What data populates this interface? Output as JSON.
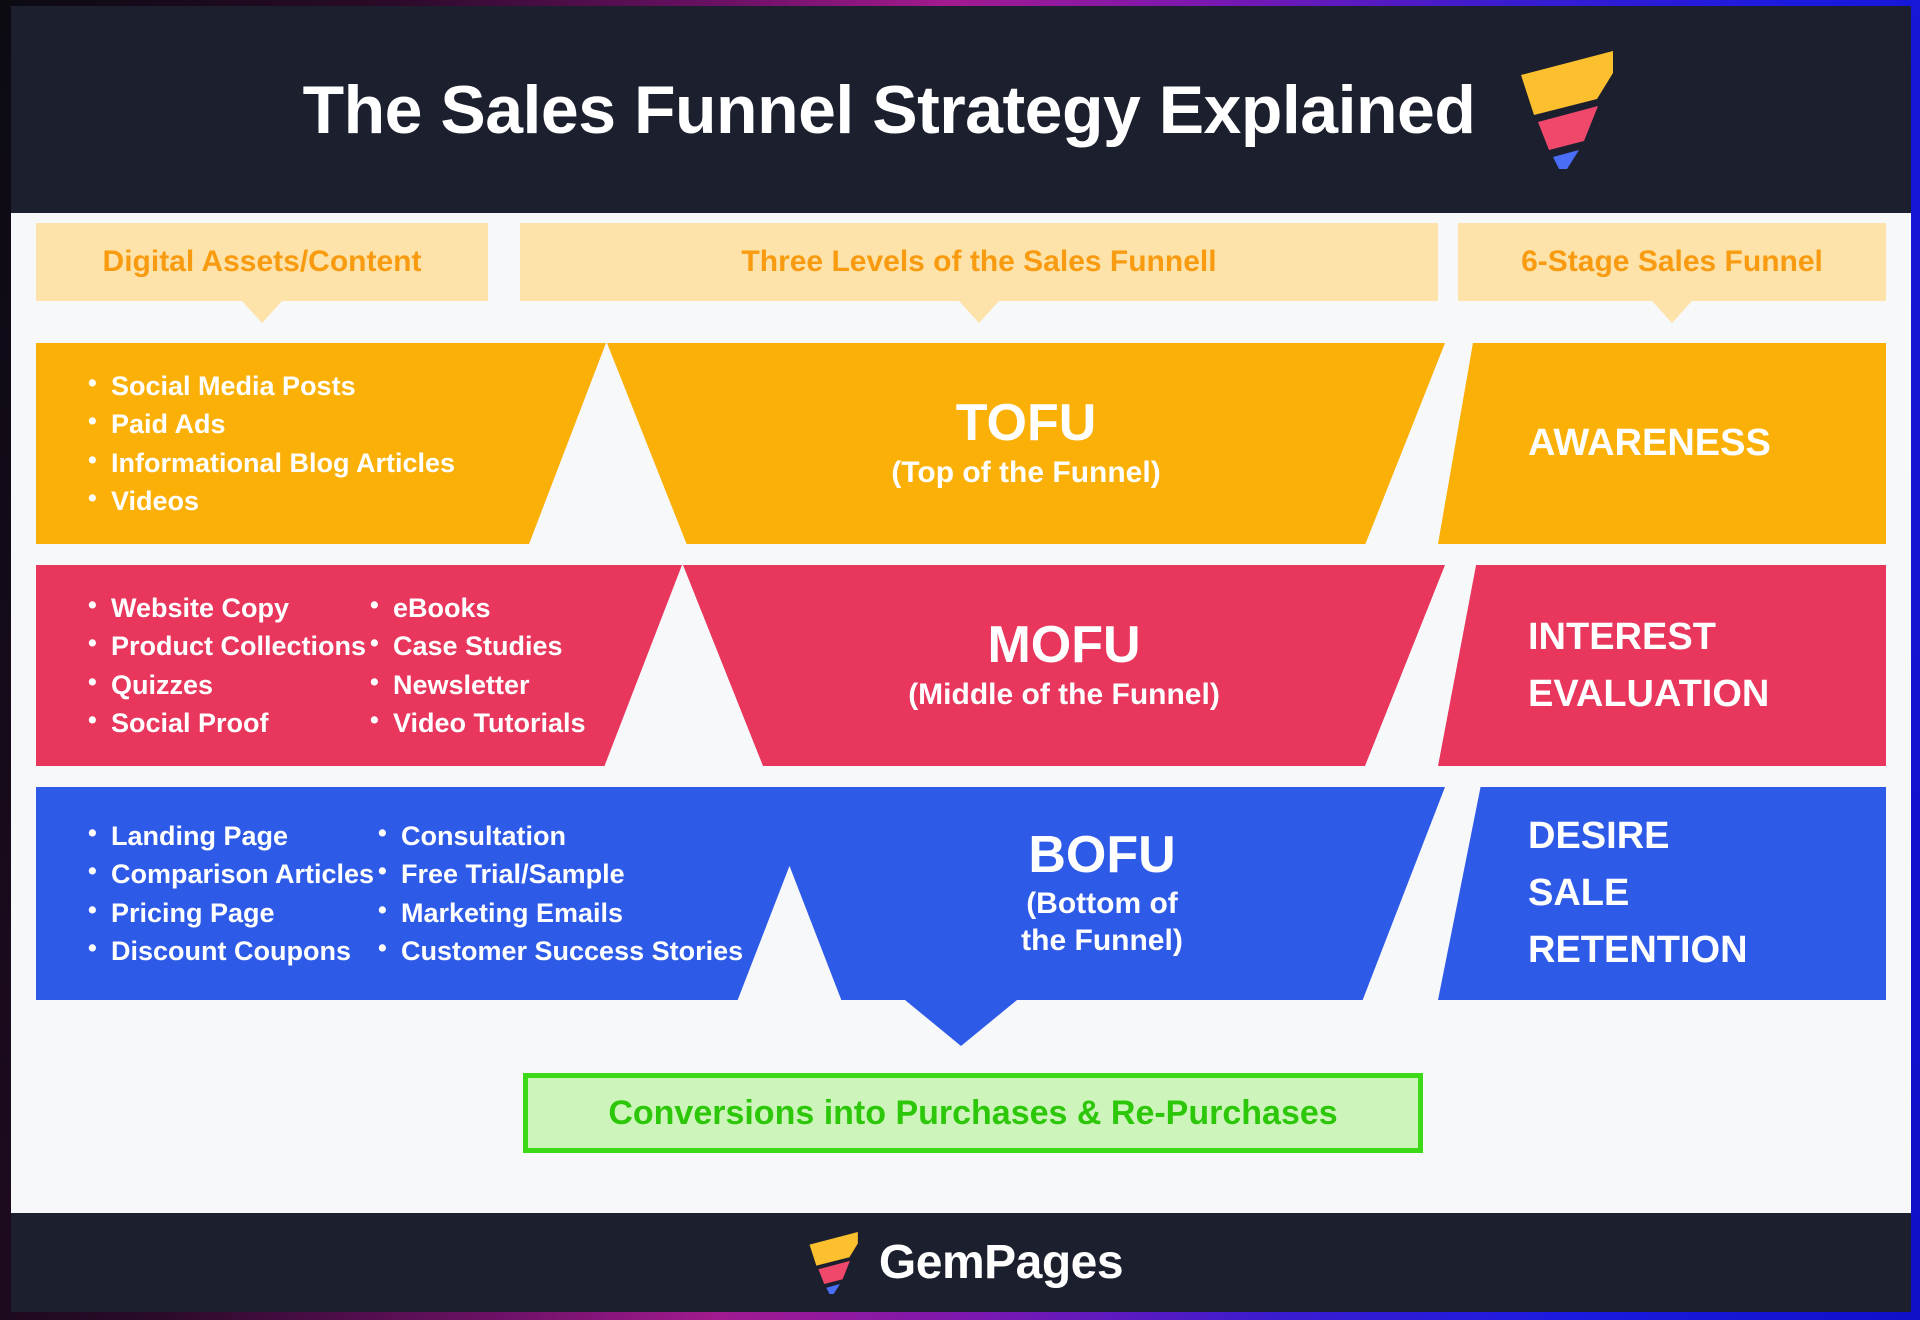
{
  "frame": {
    "border_gradient": [
      "#0b0b12",
      "#a21a8f",
      "#3a1ccf",
      "#1010c8"
    ]
  },
  "header": {
    "title": "The Sales Funnel Strategy Explained",
    "background": "#1b1f2e",
    "title_color": "#ffffff",
    "logo_icon": "funnel-logo-icon",
    "logo_colors": [
      "#fcc02e",
      "#f0486b",
      "#4a6ef5"
    ]
  },
  "columns": [
    {
      "id": "digital-assets",
      "header": "Digital Assets/Content"
    },
    {
      "id": "three-levels",
      "header": "Three Levels of the Sales Funnell"
    },
    {
      "id": "six-stage",
      "header": "6-Stage Sales Funnel"
    }
  ],
  "callout": {
    "background": "#fde3a9",
    "text_color": "#f99b10"
  },
  "rows": [
    {
      "id": "tofu",
      "color": "#fbb007",
      "assets": [
        [
          "Social Media Posts",
          "Paid Ads",
          "Informational Blog Articles",
          "Videos"
        ]
      ],
      "level_abbr": "TOFU",
      "level_full": "(Top of the Funnel)",
      "stages": [
        "AWARENESS"
      ]
    },
    {
      "id": "mofu",
      "color": "#e8365d",
      "assets": [
        [
          "Website Copy",
          "Product Collections",
          "Quizzes",
          "Social Proof"
        ],
        [
          "eBooks",
          "Case Studies",
          "Newsletter",
          "Video Tutorials"
        ]
      ],
      "level_abbr": "MOFU",
      "level_full": "(Middle of the Funnel)",
      "stages": [
        "INTEREST",
        "EVALUATION"
      ]
    },
    {
      "id": "bofu",
      "color": "#2e5ae8",
      "assets": [
        [
          "Landing Page",
          "Comparison Articles",
          "Pricing Page",
          "Discount Coupons"
        ],
        [
          "Consultation",
          "Free Trial/Sample",
          "Marketing Emails",
          "Customer Success Stories"
        ]
      ],
      "level_abbr": "BOFU",
      "level_full": "(Bottom of\nthe Funnel)",
      "level_full_line1": "(Bottom of",
      "level_full_line2": "the Funnel)",
      "stages": [
        "DESIRE",
        "SALE",
        "RETENTION"
      ]
    }
  ],
  "conversion": {
    "label": "Conversions into Purchases & Re-Purchases",
    "background": "#cdf5bb",
    "border_color": "#3bd916",
    "text_color": "#2dc70a",
    "arrow_color": "#2e5ae8",
    "arrow_icon": "arrow-down-icon"
  },
  "footer": {
    "brand": "GemPages",
    "background": "#1b1f2e",
    "logo_icon": "funnel-logo-icon"
  }
}
